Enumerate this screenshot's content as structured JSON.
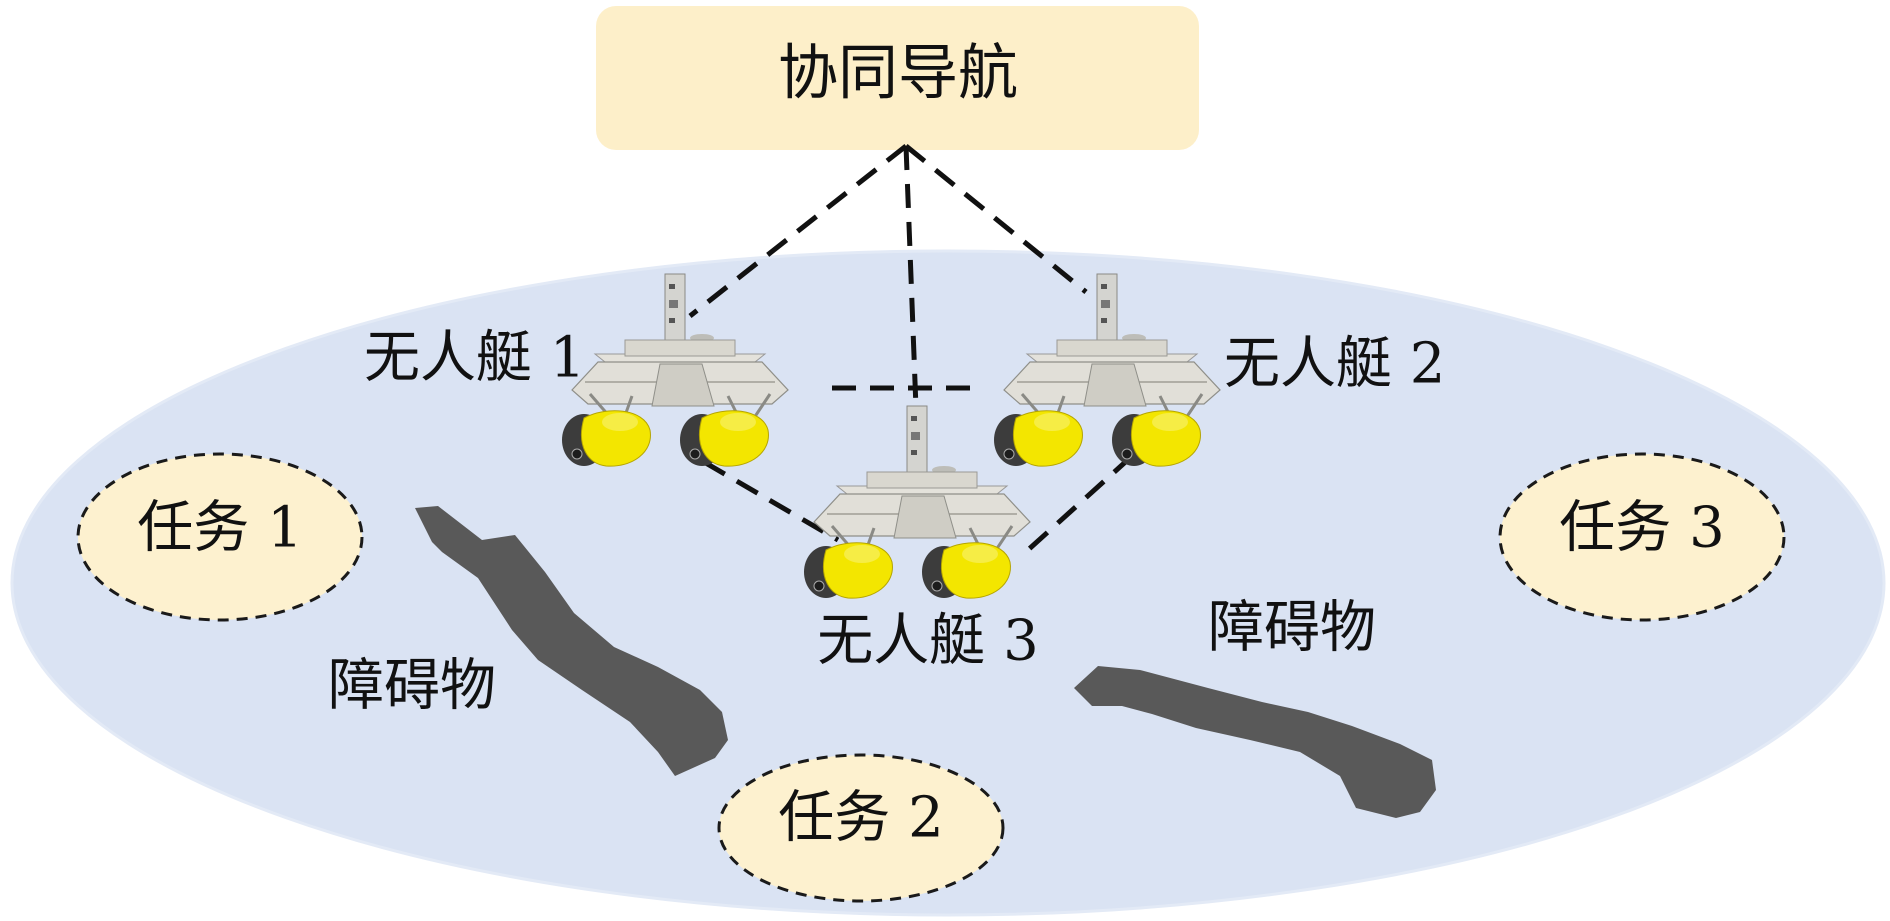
{
  "title": "协同导航",
  "vessels": [
    {
      "label": "无人艇 1"
    },
    {
      "label": "无人艇 2"
    },
    {
      "label": "无人艇 3"
    }
  ],
  "tasks": [
    {
      "label": "任务 1"
    },
    {
      "label": "任务 2"
    },
    {
      "label": "任务 3"
    }
  ],
  "obstacles": [
    {
      "label": "障碍物"
    },
    {
      "label": "障碍物"
    }
  ],
  "colors": {
    "sea": "#dae3f3",
    "sea_edge": "#e3eaf6",
    "box": "#fdefc9",
    "task_fill": "#fdf1cf",
    "obstacle": "#595959",
    "hull_yellow": "#f3e600",
    "frame": "#e1dfd8",
    "motor": "#3c3c3c"
  }
}
